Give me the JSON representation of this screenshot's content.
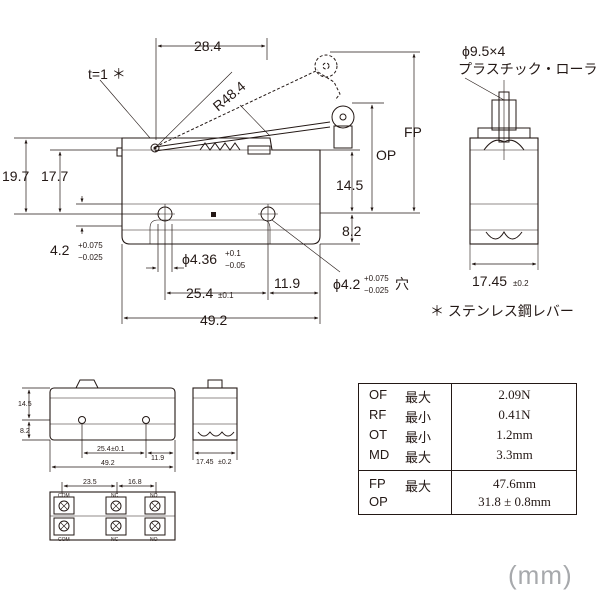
{
  "main_view": {
    "dim_width_top": "28.4",
    "thickness": "t=1 ＊",
    "radius": "R48.4",
    "dim_19_7": "19.7",
    "dim_17_7": "17.7",
    "dim_fp": "FP",
    "dim_op": "OP",
    "dim_14_5": "14.5",
    "dim_8_2": "8.2",
    "tol_4_2_base": "4.2",
    "tol_4_2_upper": "+0.075",
    "tol_4_2_lower": "−0.025",
    "hole_dia_base": "ϕ4.36",
    "hole_dia_upper": "+0.1",
    "hole_dia_lower": "−0.05",
    "pitch_base": "25.4",
    "pitch_tol": "±0.1",
    "dim_11_9": "11.9",
    "dim_49_2": "49.2",
    "hole2_base": "ϕ4.2",
    "hole2_upper": "+0.075",
    "hole2_lower": "−0.025",
    "hole2_suffix": "穴"
  },
  "side_view": {
    "roller_spec": "ϕ9.5×4",
    "roller_material": "プラスチック・ローラ",
    "width_base": "17.45",
    "width_tol": "±0.2",
    "lever_note": "＊ ステンレス鋼レバー"
  },
  "small_view": {
    "dim_14_5": "14.5",
    "dim_8_2": "8.2",
    "dim_25_4": "25.4",
    "dim_25_4_tol": "±0.1",
    "dim_11_9": "11.9",
    "dim_49_2": "49.2",
    "dim_17_45": "17.45",
    "dim_17_45_tol": "±0.2",
    "dim_23_5": "23.5",
    "dim_16_8": "16.8"
  },
  "terminal_labels": {
    "top": [
      "COM",
      "NC",
      "NO"
    ],
    "bottom": [
      "COM",
      "NC",
      "NO"
    ]
  },
  "spec_table": {
    "forces": [
      {
        "key": "OF",
        "qual": "最大",
        "value": "2.09N"
      },
      {
        "key": "RF",
        "qual": "最小",
        "value": "0.41N"
      },
      {
        "key": "OT",
        "qual": "最小",
        "value": "1.2mm"
      },
      {
        "key": "MD",
        "qual": "最大",
        "value": "3.3mm"
      }
    ],
    "positions": [
      {
        "key": "FP",
        "qual": "最大",
        "value": "47.6mm"
      },
      {
        "key": "OP",
        "qual": "",
        "value": "31.8 ± 0.8mm"
      }
    ]
  },
  "unit": "(mm)"
}
